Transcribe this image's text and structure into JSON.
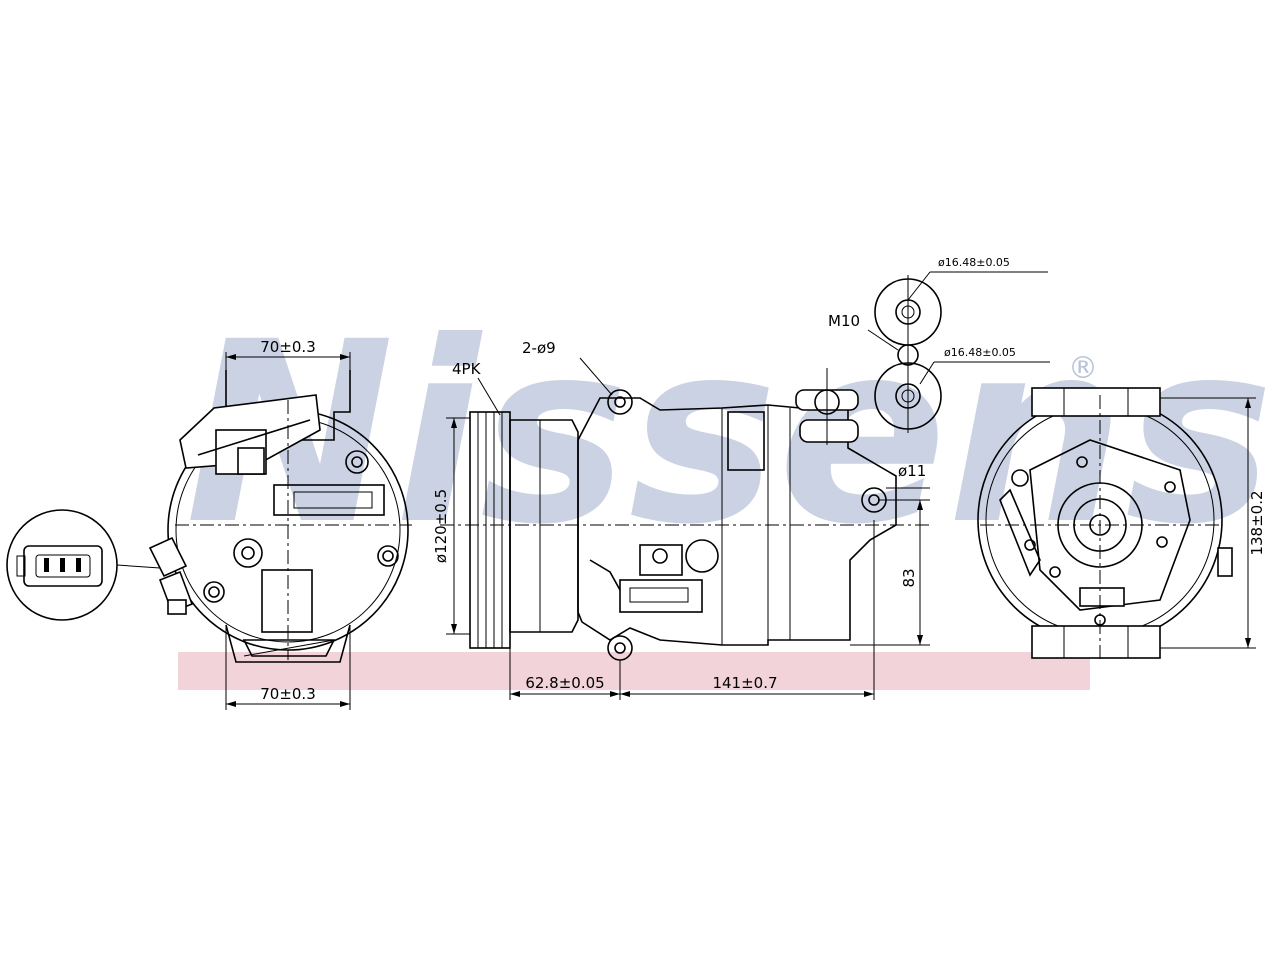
{
  "watermark": {
    "brand": "Nissens",
    "registered_mark": "®",
    "color": "#b9c3da",
    "band_color": "#f3d3da"
  },
  "connector_view": {
    "pins": 3
  },
  "front_view": {
    "width_top": "70±0.3",
    "width_bottom": "70±0.3"
  },
  "side_view": {
    "belt_label": "4PK",
    "holes_label": "2-ø9",
    "pulley_diameter": "ø120±0.5",
    "offset_label": "62.8±0.05",
    "length_label": "141±0.7",
    "hole_label": "ø11",
    "height_label": "83",
    "thread_label": "M10",
    "port_upper": "ø16.48±0.05",
    "port_lower": "ø16.48±0.05"
  },
  "rear_view": {
    "height_label": "138±0.2"
  }
}
